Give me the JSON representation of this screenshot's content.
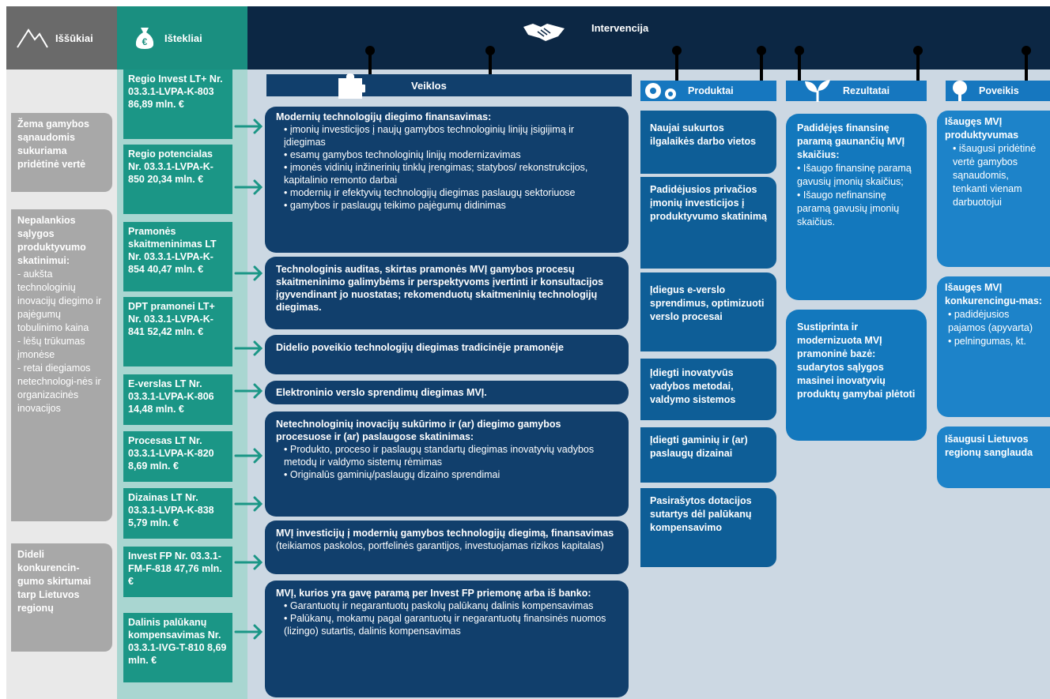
{
  "header": {
    "challenges": "Iššūkiai",
    "resources": "Ištekliai",
    "intervention": "Intervencija",
    "activities": "Veiklos",
    "products": "Produktai",
    "results": "Rezultatai",
    "impact": "Poveikis"
  },
  "challenges": [
    {
      "title": "Žema gamybos sąnaudomis sukuriama pridėtinė vertė",
      "text": ""
    },
    {
      "title": "Nepalankios sąlygos produktyvumo skatinimui:",
      "text": "- aukšta technologinių inovacijų diegimo ir pajėgumų tobulinimo kaina\n- lėšų trūkumas įmonėse\n- retai diegiamos netechnologi-nės ir organizacinės inovacijos"
    },
    {
      "title": "Dideli konkurencin-gumo skirtumai tarp Lietuvos regionų",
      "text": ""
    }
  ],
  "resources": [
    "Regio Invest LT+ Nr. 03.3.1-LVPA-K-803 86,89 mln. €",
    "Regio potencialas Nr. 03.3.1-LVPA-K-850 20,34 mln. €",
    "Pramonės skaitmeninimas LT Nr. 03.3.1-LVPA-K-854 40,47 mln. €",
    "DPT pramonei LT+ Nr. 03.3.1-LVPA-K-841 52,42 mln. €",
    "E-verslas LT Nr. 03.3.1-LVPA-K-806 14,48 mln. €",
    "Procesas LT Nr. 03.3.1-LVPA-K-820 8,69 mln. €",
    "Dizainas LT Nr. 03.3.1-LVPA-K-838 5,79 mln. €",
    "Invest FP Nr. 03.3.1-FM-F-818 47,76 mln. €",
    "Dalinis palūkanų kompensavimas Nr. 03.3.1-IVG-T-810 8,69 mln. €"
  ],
  "activities": {
    "a1_title": "Modernių technologijų diegimo finansavimas:",
    "a1_items": [
      "įmonių investicijos į naujų gamybos technologinių linijų įsigijimą ir įdiegimas",
      "esamų gamybos technologinių linijų modernizavimas",
      "įmonės vidinių inžinerinių tinklų įrengimas; statybos/ rekonstrukcijos, kapitalinio remonto darbai",
      "modernių ir efektyvių technologijų diegimas paslaugų sektoriuose",
      "gamybos ir paslaugų teikimo pajėgumų didinimas"
    ],
    "a2_title": "Technologinis auditas, skirtas pramonės MVĮ gamybos procesų skaitmeninimo galimybėms ir perspektyvoms įvertinti ir konsultacijos įgyvendinant jo nuostatas; rekomenduotų skaitmeninių technologijų diegimas.",
    "a3_title": "Didelio poveikio technologijų diegimas tradicinėje pramonėje",
    "a4_title": "Elektroninio verslo sprendimų diegimas MVĮ.",
    "a5_title": "Netechnologinių inovacijų sukūrimo ir (ar) diegimo gamybos procesuose ir (ar) paslaugose skatinimas:",
    "a5_items": [
      "Produkto, proceso ir paslaugų standartų diegimas inovatyvių vadybos metodų ir valdymo sistemų rėmimas",
      "Originalūs gaminių/paslaugų dizaino sprendimai"
    ],
    "a6_title": "MVĮ investicijų į modernių gamybos technologijų diegimą, finansavimas",
    "a6_text": " (teikiamos paskolos, portfelinės garantijos, investuojamas rizikos kapitalas)",
    "a7_title": "MVĮ, kurios yra gavę paramą per Invest FP priemonę arba iš banko:",
    "a7_items": [
      "Garantuotų ir negarantuotų paskolų palūkanų dalinis kompensavimas",
      "Palūkanų, mokamų pagal garantuotų ir negarantuotų finansinės nuomos (lizingo) sutartis, dalinis kompensavimas"
    ]
  },
  "products": [
    "Naujai sukurtos ilgalaikės darbo vietos",
    "Padidėjusios privačios įmonių investicijos į produktyvumo skatinimą",
    "Įdiegus e-verslo sprendimus, optimizuoti verslo procesai",
    "Įdiegti inovatyvūs vadybos metodai, valdymo sistemos",
    "Įdiegti gaminių ir (ar) paslaugų dizainai",
    "Pasirašytos dotacijos sutartys dėl palūkanų kompensavimo"
  ],
  "results": {
    "r1_title": "Padidėjęs finansinę paramą gaunančių MVĮ skaičius:",
    "r1_items": [
      "Išaugo finansinę paramą gavusių įmonių skaičius;",
      "Išaugo nefinansinę paramą gavusių įmonių skaičius."
    ],
    "r2_title": "Sustiprinta ir modernizuota MVĮ pramoninė bazė: sudarytos sąlygos masinei inovatyvių produktų gamybai plėtoti"
  },
  "impact": {
    "i1_title": "Išaugęs MVĮ produktyvumas",
    "i1_items": [
      "išaugusi pridėtinė vertė gamybos sąnaudomis, tenkanti vienam darbuotojui"
    ],
    "i2_title": "Išaugęs MVĮ konkurencingu-mas:",
    "i2_items": [
      "padidėjusios pajamos (apyvarta)",
      "pelningumas, kt."
    ],
    "i3_title": "Išaugusi Lietuvos regionų sanglauda"
  },
  "colors": {
    "dark_navy": "#0c2744",
    "teal": "#1b9686",
    "grey": "#a8a8a8",
    "activity": "#113f6c",
    "product": "#0e5e97",
    "result": "#1378bd"
  },
  "icons": [
    "mountain-icon",
    "money-bag-icon",
    "handshake-icon",
    "puzzle-icon",
    "gears-icon",
    "sprout-icon",
    "tree-icon"
  ]
}
